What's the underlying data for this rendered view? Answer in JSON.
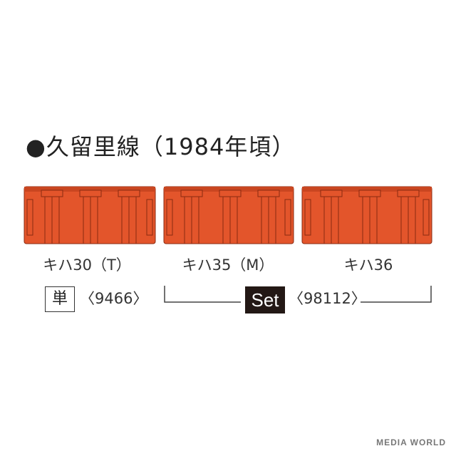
{
  "title": "●久留里線（1984年頃）",
  "colors": {
    "car_body": "#E3552B",
    "car_outline": "#8A2A12",
    "set_badge_bg": "#231815"
  },
  "cars": [
    {
      "label": "キハ30（T）"
    },
    {
      "label": "キハ35（M）"
    },
    {
      "label": "キハ36"
    }
  ],
  "single": {
    "badge": "単",
    "code": "〈9466〉"
  },
  "set": {
    "badge": "Set",
    "code": "〈98112〉"
  },
  "watermark": "MEDIA WORLD"
}
